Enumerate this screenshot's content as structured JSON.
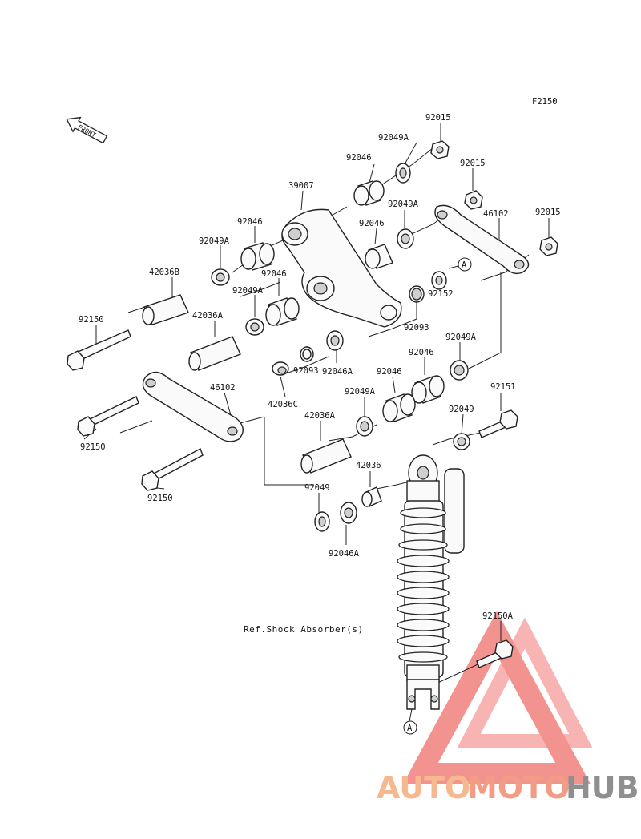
{
  "figure_code": "F2150",
  "front_indicator": "FRONT",
  "reference_note": "Ref.Shock Absorber(s)",
  "callout_marker": "A",
  "part_labels": {
    "p92015_top": "92015",
    "p92049A_top": "92049A",
    "p92046_top": "92046",
    "p92015_mid": "92015",
    "p39007": "39007",
    "p92049A_b": "92049A",
    "p92046_b": "92046",
    "p46102_top": "46102",
    "p92015_right": "92015",
    "p92046_left": "92046",
    "p92049A_left": "92049A",
    "p42036B": "42036B",
    "p92046_c": "92046",
    "p92049A_c": "92049A",
    "p92152": "92152",
    "p92150_a": "92150",
    "p42036A_a": "42036A",
    "p92093_a": "92093",
    "p92049A_d": "92049A",
    "p92093_b": "92093",
    "p92046A_a": "92046A",
    "p92046_d": "92046",
    "p92046_e": "92046",
    "p46102_bot": "46102",
    "p42036C": "42036C",
    "p92049A_e": "92049A",
    "p92151": "92151",
    "p42036A_b": "42036A",
    "p92049_a": "92049",
    "p92150_b": "92150",
    "p42036": "42036",
    "p92150_c": "92150",
    "p92049_b": "92049",
    "p92046A_b": "92046A",
    "p92150A": "92150A"
  },
  "watermark": {
    "part1": "AUTO",
    "part2": "MOTO",
    "part3": "HUB",
    "colors": {
      "auto": "#f6b88f",
      "moto": "#f29c86",
      "hub": "#8f8f8f",
      "logo": "#ef6f6c"
    }
  }
}
